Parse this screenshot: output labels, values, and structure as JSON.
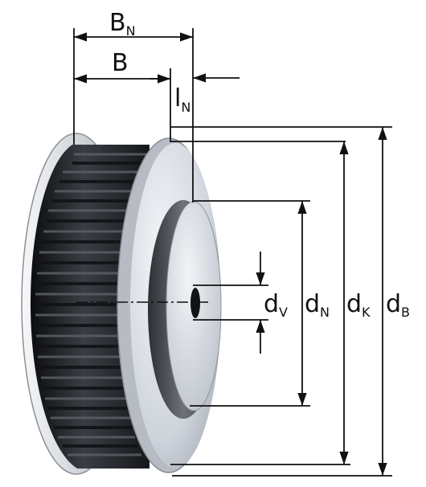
{
  "labels": {
    "bn": {
      "main": "B",
      "sub": "N"
    },
    "b": {
      "main": "B"
    },
    "ln": {
      "main": "l",
      "sub": "N"
    },
    "dv": {
      "main": "d",
      "sub": "V"
    },
    "dn": {
      "main": "d",
      "sub": "N"
    },
    "dk": {
      "main": "d",
      "sub": "K"
    },
    "db": {
      "main": "d",
      "sub": "B"
    }
  },
  "colors": {
    "dimension_line": "#111111",
    "flange": "#d9dde5",
    "hub": "#474b51",
    "teeth": "#1e2124",
    "background": "#ffffff"
  }
}
